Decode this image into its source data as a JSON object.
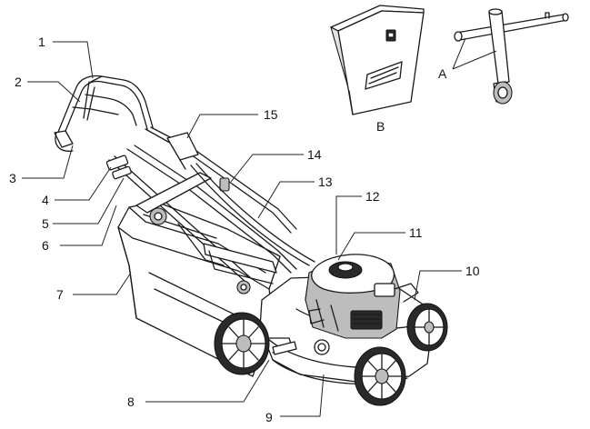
{
  "callouts": {
    "c1": "1",
    "c2": "2",
    "c3": "3",
    "c4": "4",
    "c5": "5",
    "c6": "6",
    "c7": "7",
    "c8": "8",
    "c9": "9",
    "c10": "10",
    "c11": "11",
    "c12": "12",
    "c13": "13",
    "c14": "14",
    "c15": "15",
    "cA": "A",
    "cB": "B"
  }
}
